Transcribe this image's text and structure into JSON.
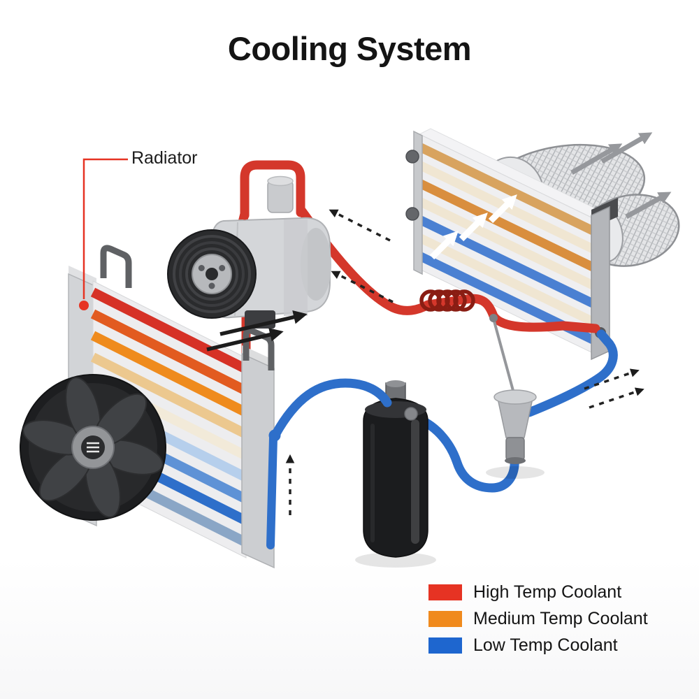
{
  "title": "Cooling System",
  "callout": {
    "radiator": "Radiator"
  },
  "legend": {
    "items": [
      {
        "id": "high-temp",
        "label": "High Temp Coolant",
        "color": "#e63323"
      },
      {
        "id": "medium-temp",
        "label": "Medium Temp Coolant",
        "color": "#f08a1d"
      },
      {
        "id": "low-temp",
        "label": "Low Temp Coolant",
        "color": "#1e66cf"
      }
    ]
  },
  "colors": {
    "high_temp": "#d4372b",
    "medium_temp": "#ee8b1e",
    "low_temp": "#2e6fca",
    "pointer": "#e63323"
  }
}
